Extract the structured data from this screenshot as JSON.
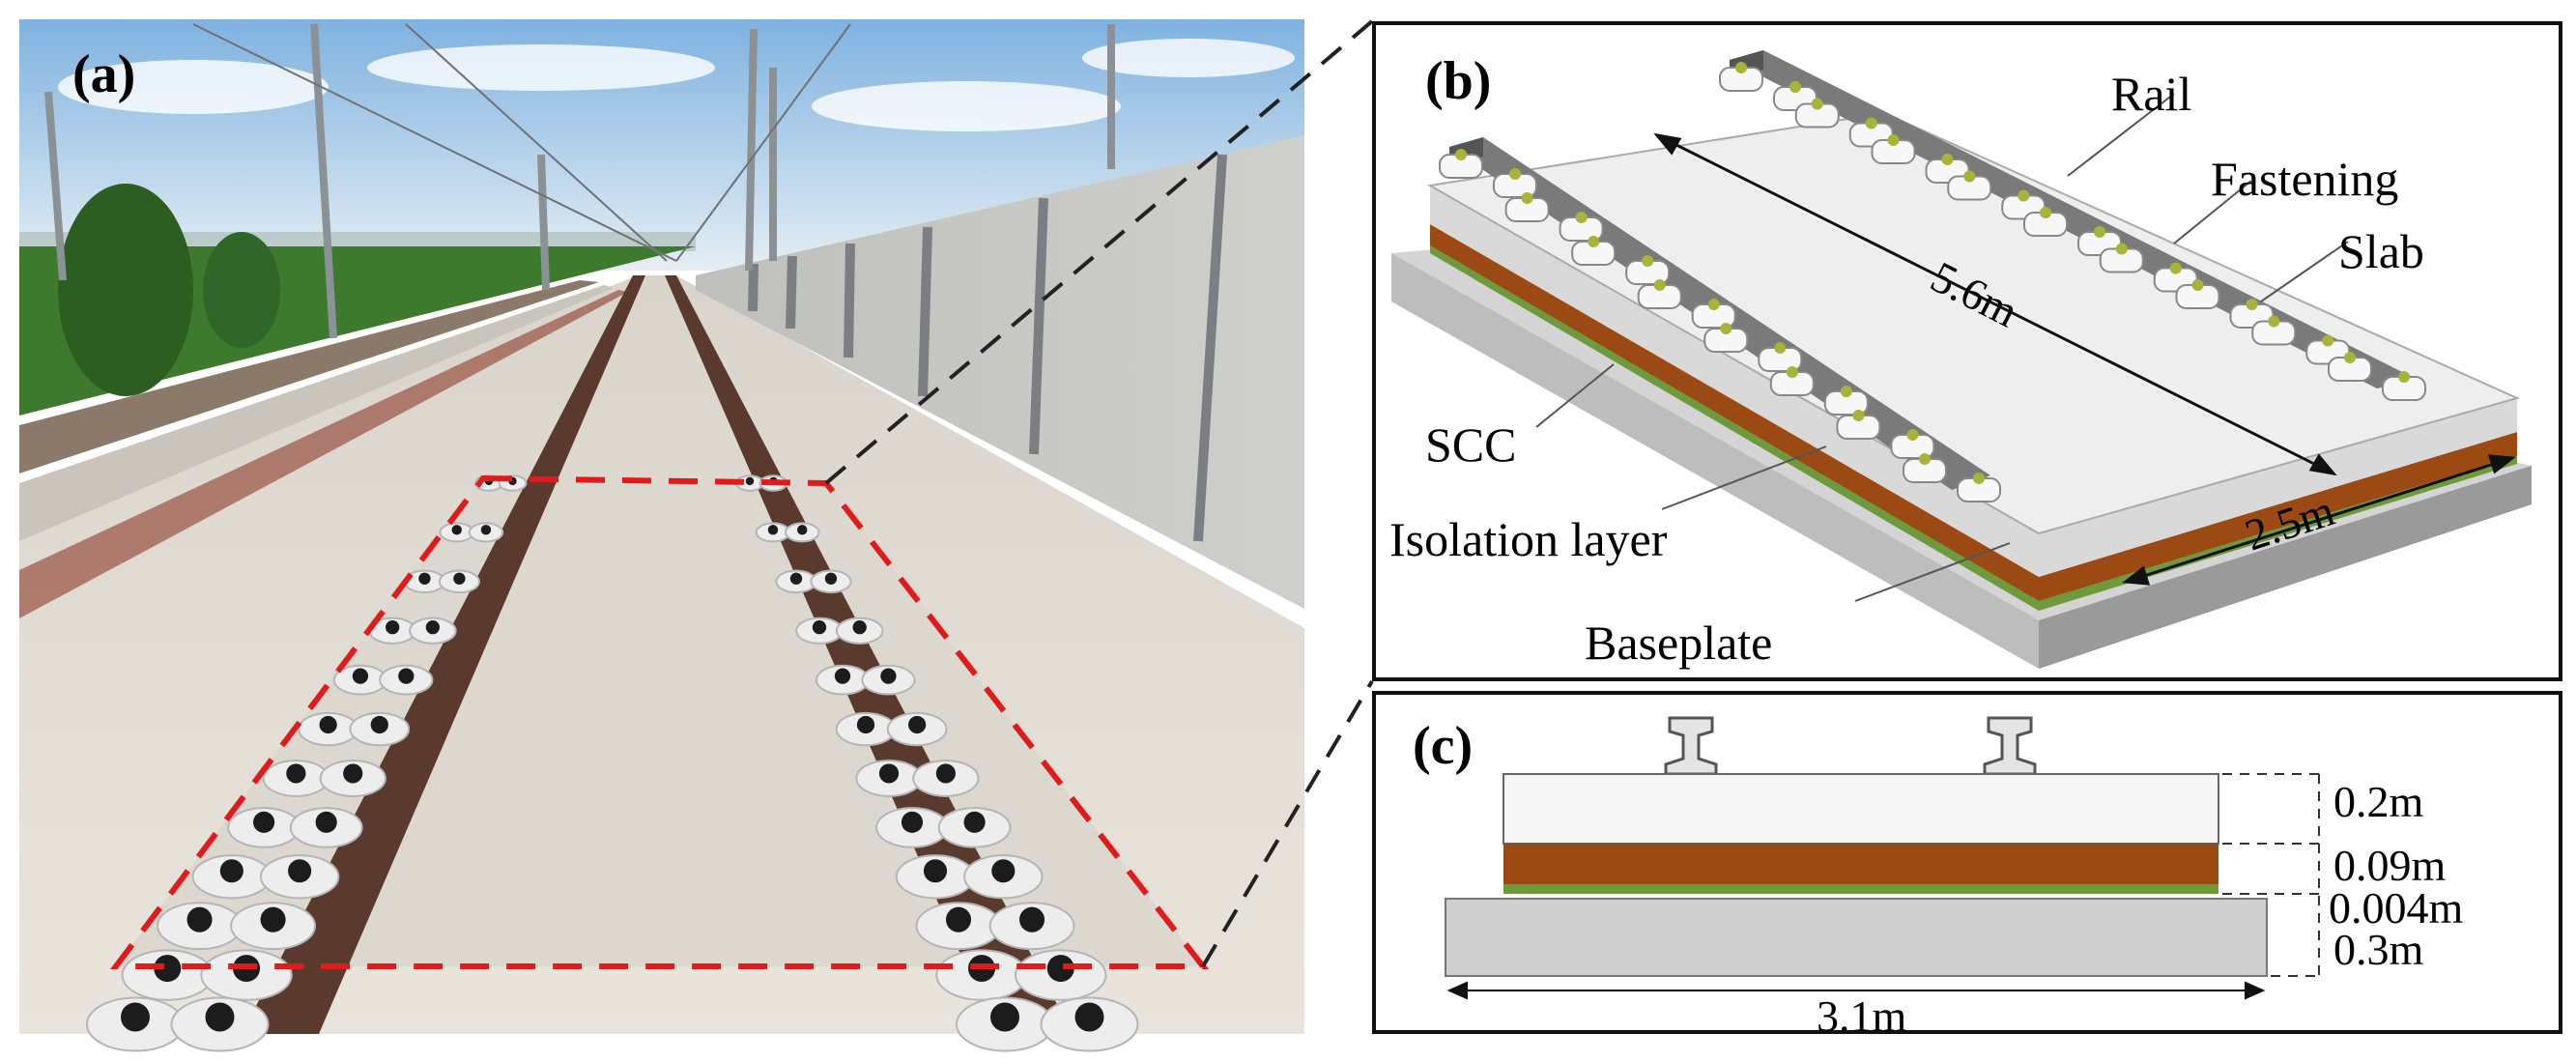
{
  "panels": {
    "a": {
      "label": "(a)"
    },
    "b": {
      "label": "(b)",
      "components": {
        "rail": "Rail",
        "fastening": "Fastening",
        "slab": "Slab",
        "scc": "SCC",
        "isolation": "Isolation layer",
        "baseplate": "Baseplate"
      },
      "dimensions": {
        "length": "5.6m",
        "width": "2.5m"
      }
    },
    "c": {
      "label": "(c)",
      "thickness": [
        "0.2m",
        "0.09m",
        "0.004m",
        "0.3m"
      ],
      "width": "3.1m"
    }
  },
  "colors": {
    "scc_layer": "#9a4a12",
    "isolation_layer": "#6e9a3c",
    "slab": "#f2f2f2",
    "baseplate": "#c8c8c8",
    "highlight_dash": "#e01b1b",
    "rail": "#6f6f6f"
  }
}
